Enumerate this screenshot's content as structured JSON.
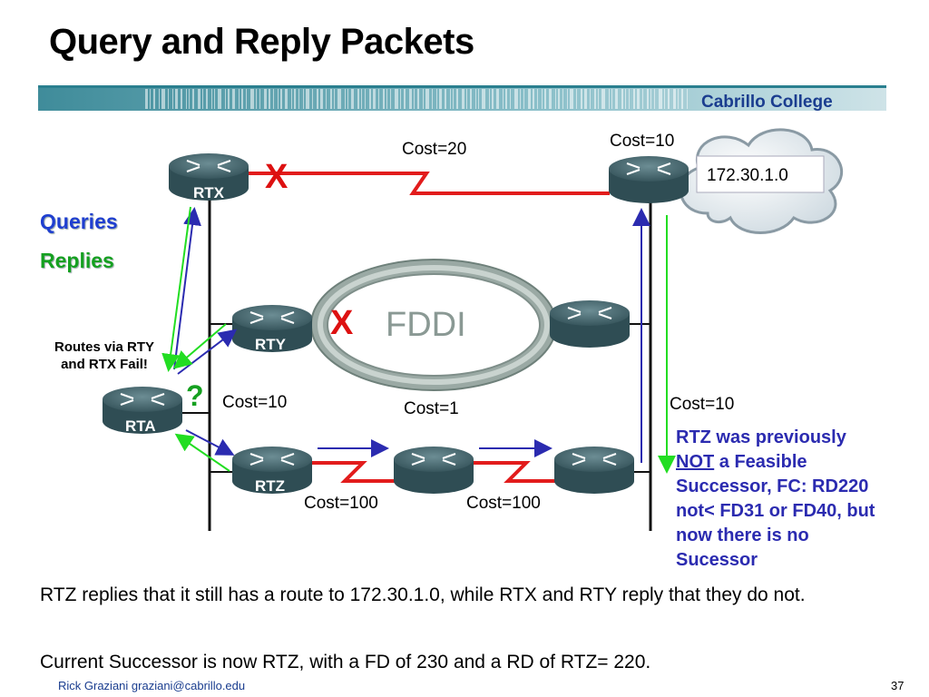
{
  "title": "Query and Reply Packets",
  "college": "Cabrillo College",
  "legend": {
    "queries": "Queries",
    "replies": "Replies"
  },
  "fail_label": {
    "line1": "Routes via RTY",
    "line2": "and RTX Fail!"
  },
  "routers": {
    "rtx": "RTX",
    "rty": "RTY",
    "rta": "RTA",
    "rtz": "RTZ"
  },
  "network": "172.30.1.0",
  "fddi": "FDDI",
  "fail_mark": "X",
  "question_mark": "?",
  "costs": {
    "rtx_link": "Cost=20",
    "top_right": "Cost=10",
    "rta_link": "Cost=10",
    "fddi": "Cost=1",
    "right": "Cost=10",
    "rtz_link1": "Cost=100",
    "rtz_link2": "Cost=100"
  },
  "note": {
    "line1": "RTZ was previously",
    "not": "NOT",
    "line2_rest": " a Feasible",
    "line3": "Successor, FC: RD220",
    "line4": "not< FD31 or FD40, but",
    "line5": "now there is no",
    "line6": "Sucessor"
  },
  "paragraph1": "RTZ replies that it still has a route to 172.30.1.0, while RTX and RTY reply that they do not.",
  "paragraph2": "Current Successor is now RTZ, with a FD of  230 and a RD of RTZ= 220.",
  "footer": {
    "author": "Rick Graziani  graziani@cabrillo.edu",
    "page": "37"
  },
  "colors": {
    "query": "#2b2bb0",
    "reply": "#22dd22",
    "fail": "#dd1111",
    "serial": "#e21c1c"
  }
}
